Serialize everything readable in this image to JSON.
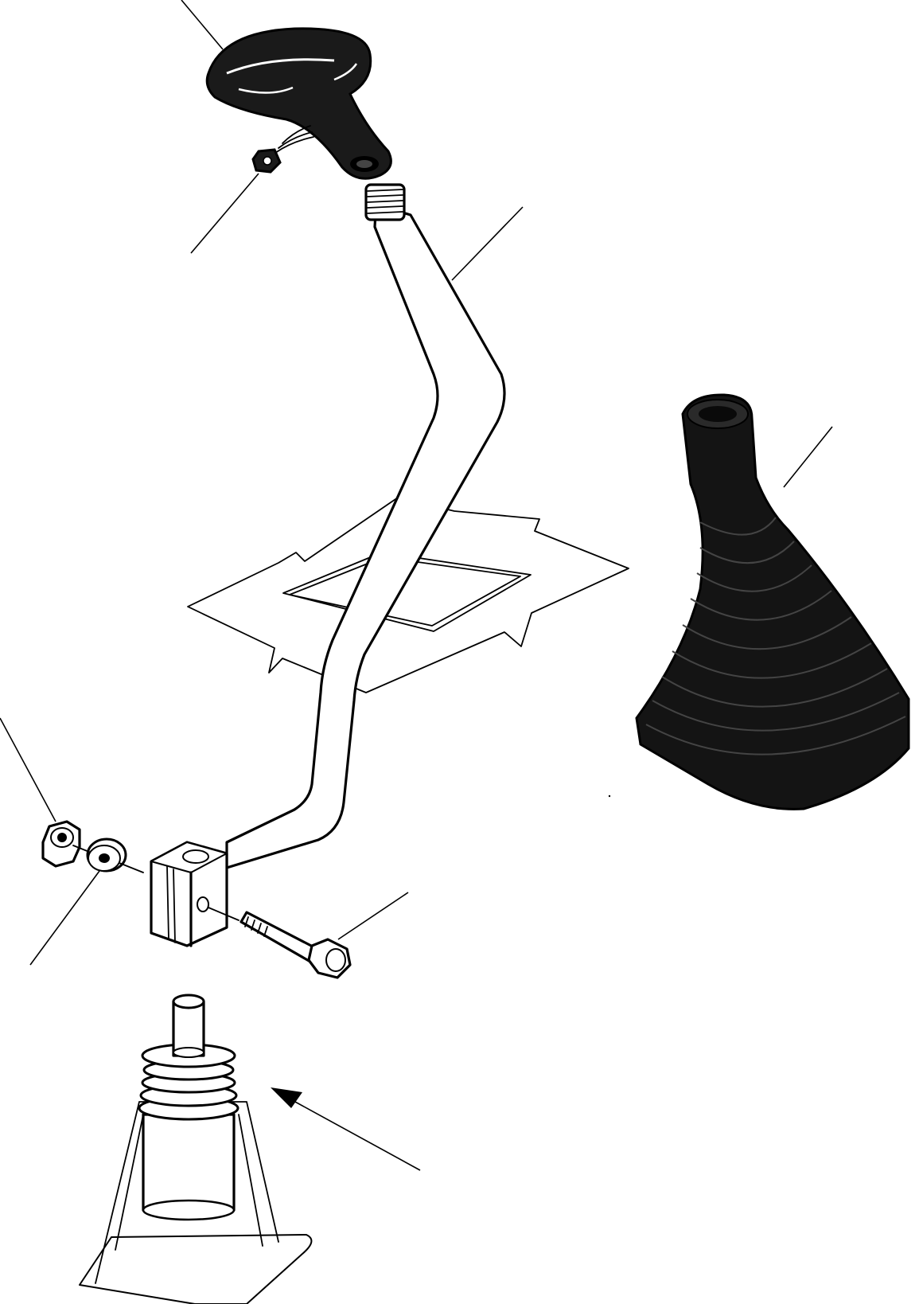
{
  "diagram": {
    "parts": [
      {
        "id": "knob",
        "name": "gear-shift-knob"
      },
      {
        "id": "clip",
        "name": "wire-clip"
      },
      {
        "id": "lever",
        "name": "shift-lever"
      },
      {
        "id": "boot",
        "name": "rubber-boot"
      },
      {
        "id": "nut",
        "name": "hex-nut"
      },
      {
        "id": "washer",
        "name": "washer"
      },
      {
        "id": "clamp",
        "name": "lever-clamp-block"
      },
      {
        "id": "bolt",
        "name": "clamp-bolt"
      },
      {
        "id": "valve",
        "name": "control-valve-spool"
      },
      {
        "id": "floor",
        "name": "floor-plate-cutout"
      }
    ],
    "colors": {
      "ink": "#000000",
      "boot_fill": "#141414",
      "knob_fill": "#1c1c1c",
      "paper": "#ffffff"
    }
  }
}
